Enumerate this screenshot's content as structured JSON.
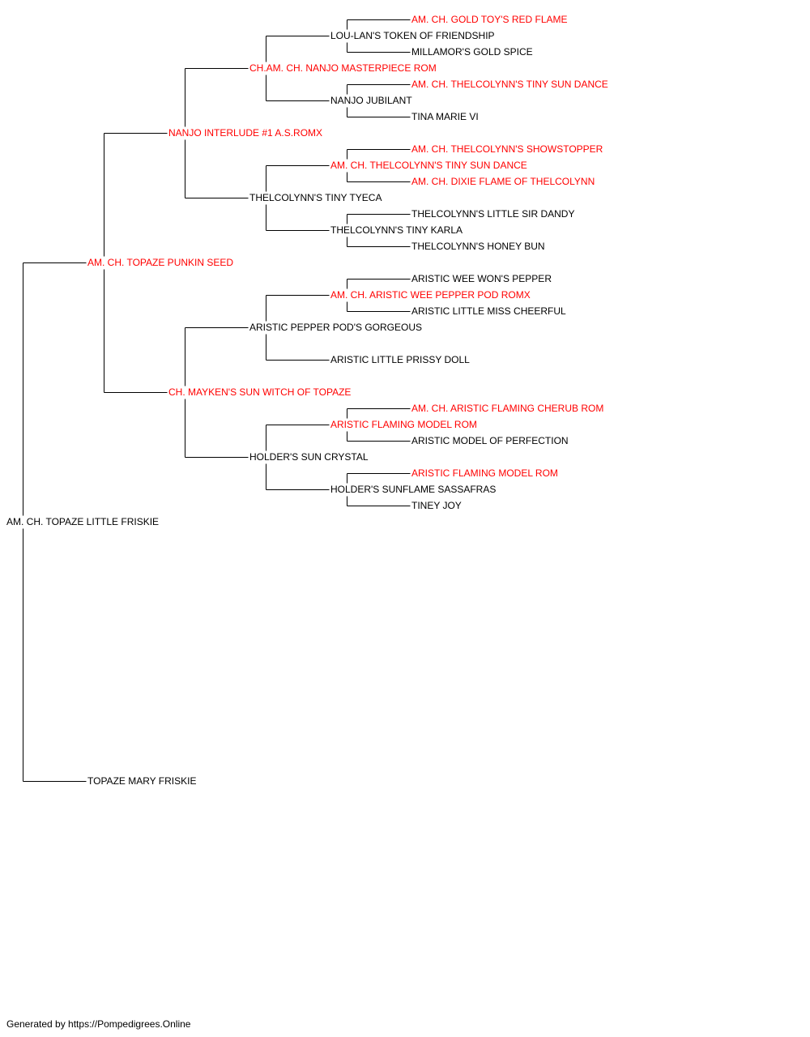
{
  "colors": {
    "champion": "#ff0000",
    "normal": "#000000",
    "line": "#000000"
  },
  "pedigree": {
    "name": "AM. CH. TOPAZE LITTLE FRISKIE",
    "champion": false,
    "sire": {
      "name": "AM. CH. TOPAZE PUNKIN SEED",
      "champion": true,
      "sire": {
        "name": "NANJO INTERLUDE #1 A.S.ROMX",
        "champion": true,
        "sire": {
          "name": "CH.AM. CH. NANJO MASTERPIECE ROM",
          "champion": true,
          "sire": {
            "name": "LOU-LAN'S TOKEN OF FRIENDSHIP",
            "champion": false,
            "sire": {
              "name": "AM. CH. GOLD TOY'S RED FLAME",
              "champion": true
            },
            "dam": {
              "name": "MILLAMOR'S GOLD SPICE",
              "champion": false
            }
          },
          "dam": {
            "name": "NANJO JUBILANT",
            "champion": false,
            "sire": {
              "name": "AM. CH. THELCOLYNN'S TINY SUN DANCE",
              "champion": true
            },
            "dam": {
              "name": "TINA MARIE VI",
              "champion": false
            }
          }
        },
        "dam": {
          "name": "THELCOLYNN'S TINY TYECA",
          "champion": false,
          "sire": {
            "name": "AM. CH. THELCOLYNN'S TINY SUN DANCE",
            "champion": true,
            "sire": {
              "name": "AM. CH. THELCOLYNN'S SHOWSTOPPER",
              "champion": true
            },
            "dam": {
              "name": "AM. CH. DIXIE FLAME OF THELCOLYNN",
              "champion": true
            }
          },
          "dam": {
            "name": "THELCOLYNN'S TINY KARLA",
            "champion": false,
            "sire": {
              "name": "THELCOLYNN'S LITTLE SIR DANDY",
              "champion": false
            },
            "dam": {
              "name": "THELCOLYNN'S HONEY BUN",
              "champion": false
            }
          }
        }
      },
      "dam": {
        "name": "CH. MAYKEN'S SUN WITCH OF TOPAZE",
        "champion": true,
        "sire": {
          "name": "ARISTIC PEPPER POD'S GORGEOUS",
          "champion": false,
          "sire": {
            "name": "AM. CH. ARISTIC WEE PEPPER POD ROMX",
            "champion": true,
            "sire": {
              "name": "ARISTIC WEE WON'S PEPPER",
              "champion": false
            },
            "dam": {
              "name": "ARISTIC LITTLE MISS CHEERFUL",
              "champion": false
            }
          },
          "dam": {
            "name": "ARISTIC LITTLE PRISSY DOLL",
            "champion": false
          }
        },
        "dam": {
          "name": "HOLDER'S SUN CRYSTAL",
          "champion": false,
          "sire": {
            "name": "ARISTIC FLAMING MODEL ROM",
            "champion": true,
            "sire": {
              "name": "AM. CH. ARISTIC FLAMING CHERUB ROM",
              "champion": true
            },
            "dam": {
              "name": "ARISTIC MODEL OF PERFECTION",
              "champion": false
            }
          },
          "dam": {
            "name": "HOLDER'S SUNFLAME SASSAFRAS",
            "champion": false,
            "sire": {
              "name": "ARISTIC FLAMING MODEL ROM",
              "champion": true
            },
            "dam": {
              "name": "TINEY JOY",
              "champion": false
            }
          }
        }
      }
    },
    "dam": {
      "name": "TOPAZE MARY FRISKIE",
      "champion": false
    }
  },
  "footer": {
    "text": "Generated by https://Pompedigrees.Online"
  }
}
